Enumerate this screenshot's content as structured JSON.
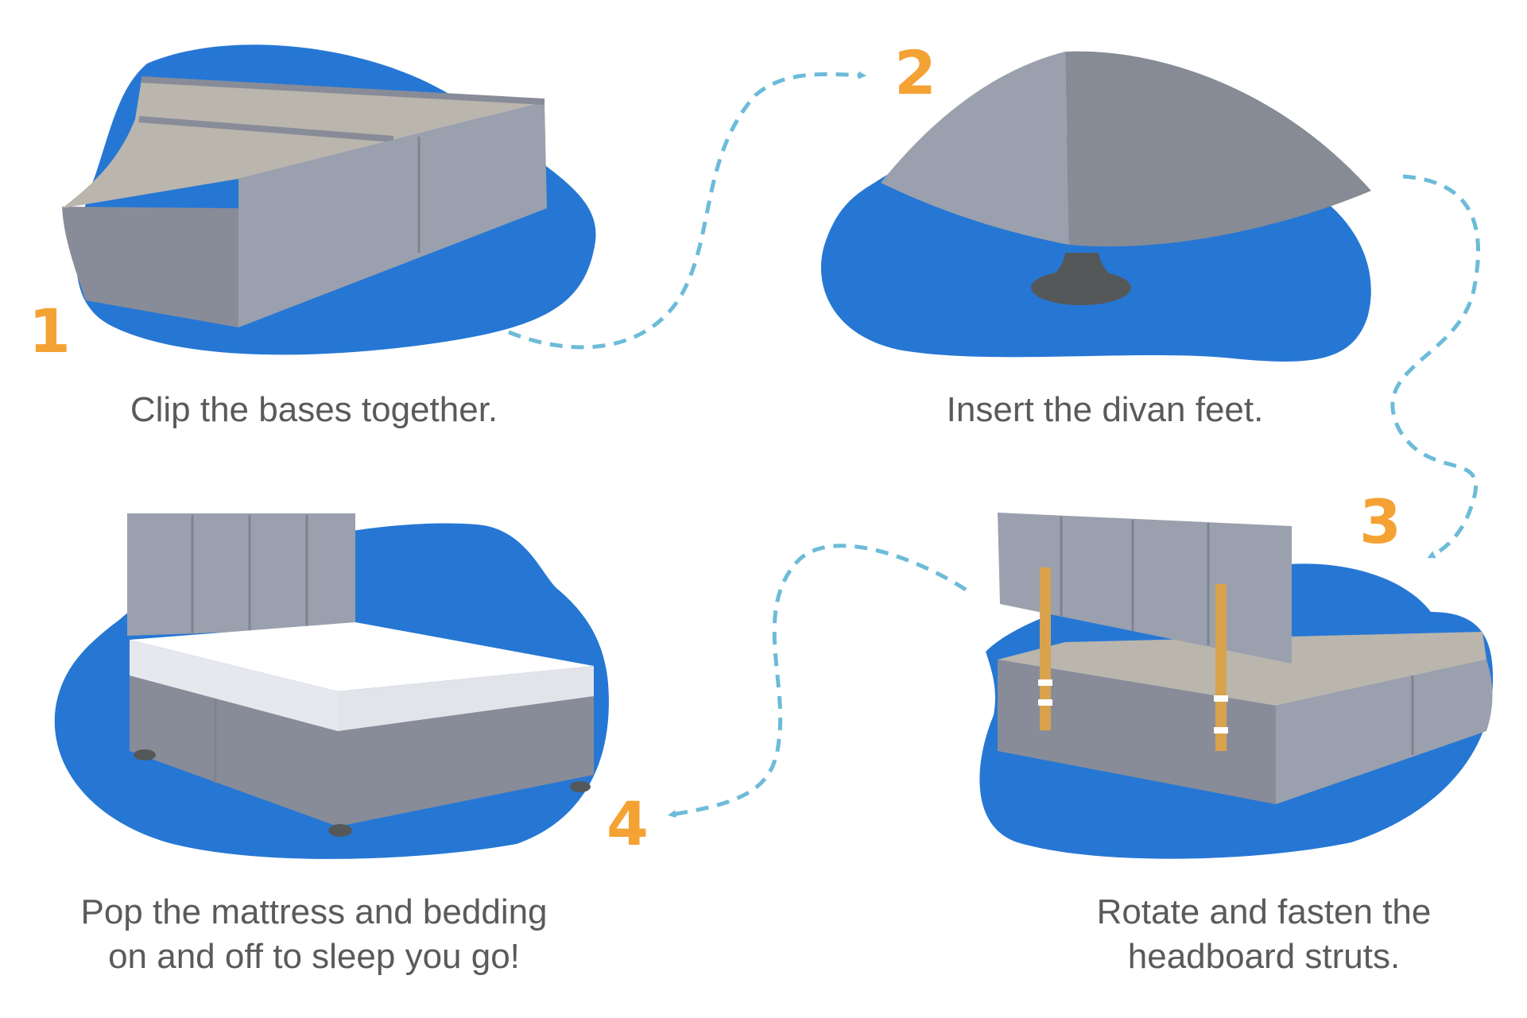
{
  "colors": {
    "blob": "#2677d4",
    "number": "#f4a233",
    "arrow": "#6cbbd9",
    "caption": "#5a5a5a"
  },
  "steps": [
    {
      "number": "1",
      "caption": "Clip the bases together."
    },
    {
      "number": "2",
      "caption": "Insert the divan feet."
    },
    {
      "number": "3",
      "caption_line1": "Rotate and fasten the",
      "caption_line2": "headboard struts."
    },
    {
      "number": "4",
      "caption_line1": "Pop the mattress and bedding",
      "caption_line2": "on and off to sleep you go!"
    }
  ]
}
